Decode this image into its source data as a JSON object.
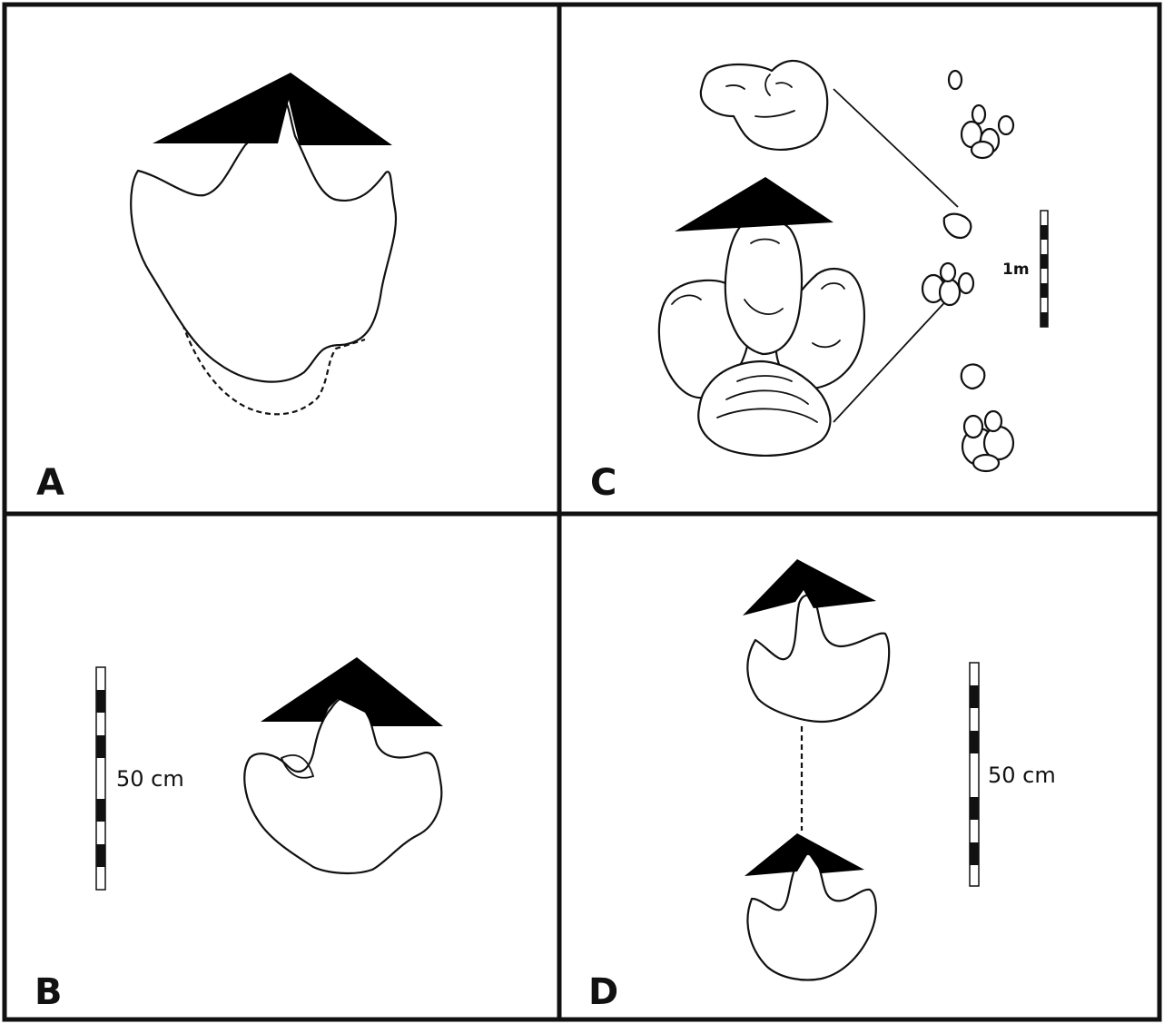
{
  "panels": {
    "a": {
      "label": "A"
    },
    "b": {
      "label": "B",
      "scale_label": "50 cm"
    },
    "c": {
      "label": "C",
      "scale_label": "1m"
    },
    "d": {
      "label": "D",
      "scale_label": "50 cm"
    }
  },
  "colors": {
    "line": "#111111",
    "arrow": "#000000",
    "background": "#ffffff"
  }
}
